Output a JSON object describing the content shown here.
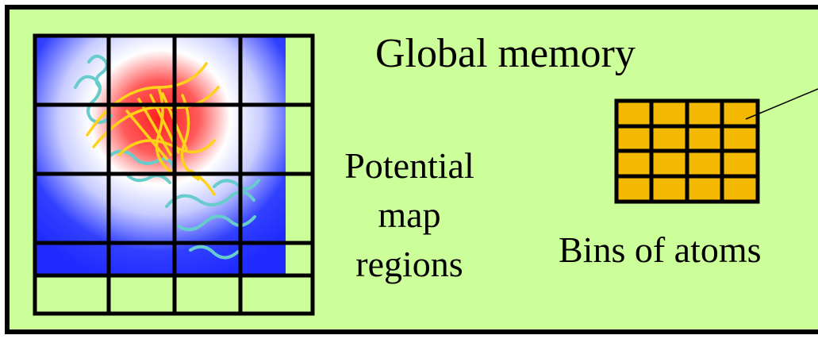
{
  "diagram": {
    "title": "Global memory",
    "region_label_lines": [
      "Potential",
      "map",
      "regions"
    ],
    "bins_label": "Bins of atoms",
    "colors": {
      "panel_background": "#ccff99",
      "bin_fill": "#f5b800",
      "border": "#000000",
      "potential_low": "#2233ff",
      "potential_high": "#ff1f1f",
      "molecule_strands": "#66cccc",
      "molecule_helix": "#ffd21a"
    },
    "grid": {
      "rows": 5,
      "cols": 4
    },
    "bins_grid": {
      "rows": 4,
      "cols": 4
    }
  }
}
